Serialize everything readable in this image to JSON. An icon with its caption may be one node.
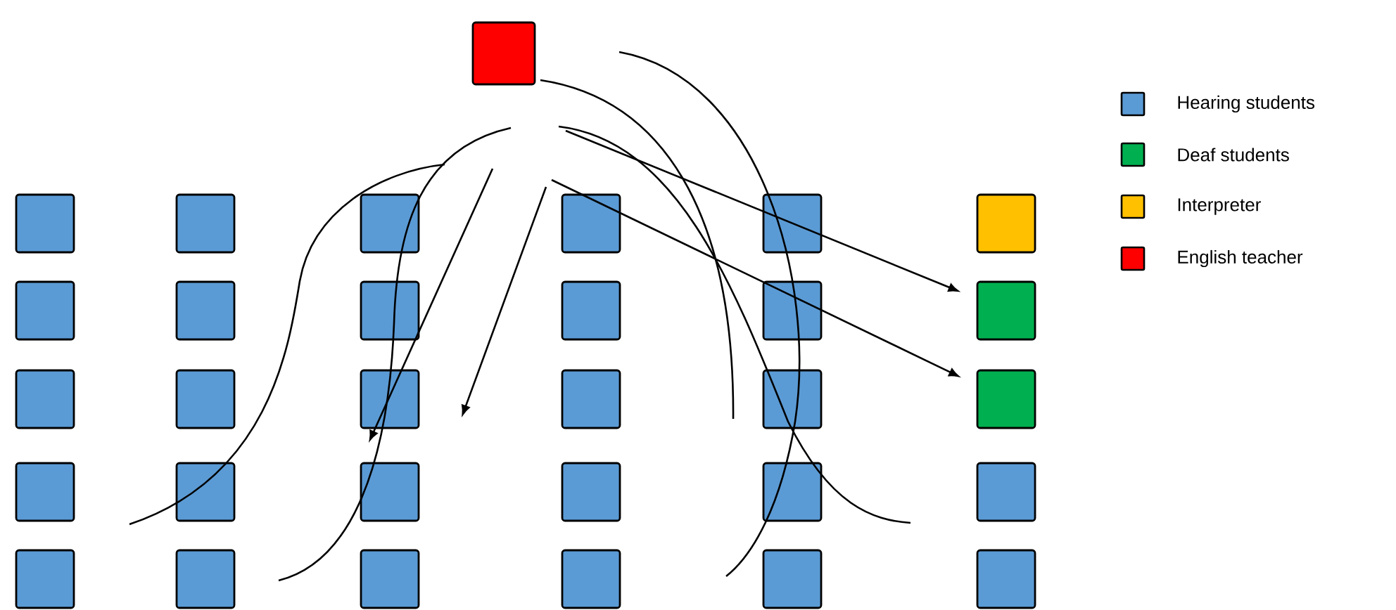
{
  "diagram": {
    "nodes": [
      {
        "text": [],
        "shape": "box"
      },
      {
        "text": [],
        "shape": "box"
      },
      {
        "text": [],
        "shape": "box"
      },
      {
        "text": [],
        "shape": "box"
      },
      {
        "text": [],
        "shape": "box"
      },
      {
        "text": [],
        "shape": "box"
      },
      {
        "text": [],
        "shape": "box"
      },
      {
        "text": [],
        "shape": "box"
      },
      {
        "text": [],
        "shape": "box"
      },
      {
        "text": [],
        "shape": "box"
      },
      {
        "text": [],
        "shape": "box"
      },
      {
        "text": [],
        "shape": "box"
      },
      {
        "text": [],
        "shape": "box"
      },
      {
        "text": [],
        "shape": "box"
      },
      {
        "text": [],
        "shape": "box"
      },
      {
        "text": [],
        "shape": "box"
      },
      {
        "text": [],
        "shape": "box"
      },
      {
        "text": [],
        "shape": "box"
      },
      {
        "text": [],
        "shape": "box"
      },
      {
        "text": [],
        "shape": "box"
      },
      {
        "text": [],
        "shape": "box"
      },
      {
        "text": [],
        "shape": "box"
      },
      {
        "text": [],
        "shape": "box"
      },
      {
        "text": [],
        "shape": "box"
      },
      {
        "text": [],
        "shape": "box"
      },
      {
        "text": [],
        "shape": "box"
      },
      {
        "text": [],
        "shape": "box"
      },
      {
        "text": [],
        "shape": "box"
      },
      {
        "text": [],
        "shape": "box"
      },
      {
        "text": [],
        "shape": "box"
      },
      {
        "text": [],
        "shape": "box"
      }
    ],
    "edges": [
      {
        "from": null,
        "to": 12,
        "arrow": "to"
      },
      {
        "from": null,
        "to": 18,
        "arrow": "to"
      }
    ],
    "legend": [
      {
        "text": "Hearing students",
        "color": "#5b9bd5"
      },
      {
        "text": "Deaf students",
        "color": "#00b050"
      },
      {
        "text": "Interpreter",
        "color": "#ffc000"
      },
      {
        "text": "English teacher",
        "color": "#ff0000"
      }
    ]
  }
}
